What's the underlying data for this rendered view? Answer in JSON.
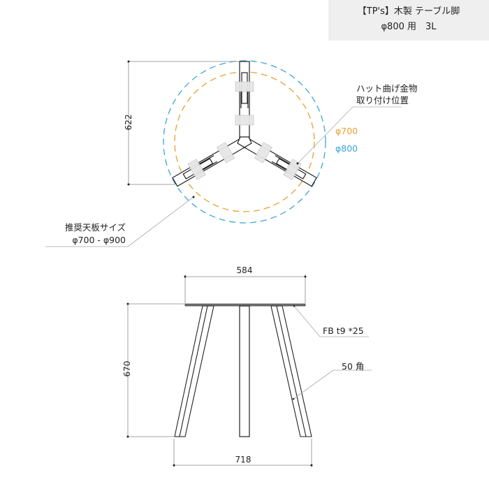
{
  "title": {
    "line1": "【TP's】木製 テーブル脚",
    "line2": "φ800 用　3L"
  },
  "top_view": {
    "height_dimension": "622",
    "bracket_label_line1": "ハット曲げ金物",
    "bracket_label_line2": "取り付け位置",
    "circle_inner_label": "φ700",
    "circle_outer_label": "φ800",
    "recommended_label_line1": "推奨天板サイズ",
    "recommended_label_line2": "φ700 - φ900",
    "colors": {
      "inner_circle": "#e9a030",
      "outer_circle": "#3aa6d8"
    }
  },
  "side_view": {
    "top_width_dimension": "584",
    "height_dimension": "670",
    "bottom_width_dimension": "718",
    "flat_bar_label": "FB t9 *25",
    "leg_label": "50 角"
  }
}
